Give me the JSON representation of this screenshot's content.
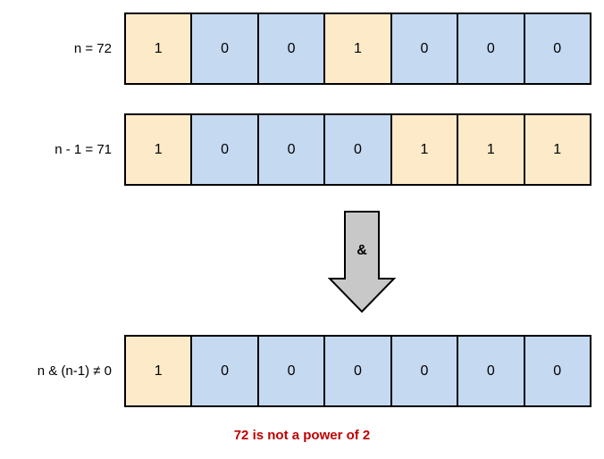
{
  "diagram": {
    "title_text": "",
    "colors": {
      "bit_one_fill": "#fdeac8",
      "bit_zero_fill": "#c5d9f1",
      "border": "#000000",
      "arrow_fill": "#c8c8c8",
      "conclusion_text": "#c00000"
    },
    "rows": [
      {
        "id": "row-n",
        "label": "n = 72",
        "bits": [
          "1",
          "0",
          "0",
          "1",
          "0",
          "0",
          "0"
        ]
      },
      {
        "id": "row-nminus1",
        "label": "n - 1 = 71",
        "bits": [
          "1",
          "0",
          "0",
          "0",
          "1",
          "1",
          "1"
        ]
      },
      {
        "id": "row-result",
        "label": "n & (n-1) ≠ 0",
        "bits": [
          "1",
          "0",
          "0",
          "0",
          "0",
          "0",
          "0"
        ]
      }
    ],
    "operator": {
      "icon": "down-arrow-icon",
      "symbol": "&"
    },
    "conclusion": "72 is not a power of 2"
  }
}
